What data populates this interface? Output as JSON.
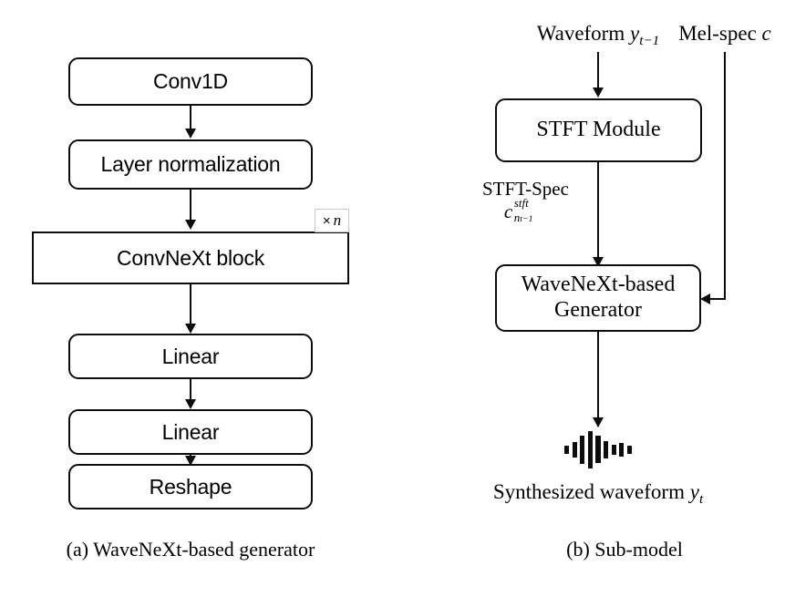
{
  "figure": {
    "title": "WaveNeXt-based generator and sub-model block diagram",
    "stroke_color": "#0d0d0d",
    "background_color": "#ffffff"
  },
  "panel_a": {
    "caption": "(a) WaveNeXt-based generator",
    "repeat_badge": {
      "times_symbol": "×",
      "count_symbol": "n"
    },
    "blocks": [
      {
        "label": "Conv1D",
        "shape": "rounded"
      },
      {
        "label": "Layer normalization",
        "shape": "rounded"
      },
      {
        "label": "ConvNeXt block",
        "shape": "sharp"
      },
      {
        "label": "Linear",
        "shape": "rounded"
      },
      {
        "label": "Linear",
        "shape": "rounded"
      },
      {
        "label": "Reshape",
        "shape": "rounded"
      }
    ]
  },
  "panel_b": {
    "caption": "(b) Sub-model",
    "inputs": {
      "waveform": {
        "text": "Waveform",
        "symbol": "y",
        "subscript": "t−1"
      },
      "mel_spec": {
        "text": "Mel-spec",
        "symbol": "c"
      }
    },
    "blocks": [
      {
        "label": "STFT Module",
        "shape": "rounded"
      },
      {
        "label": "WaveNeXt-based\nGenerator",
        "line1": "WaveNeXt-based",
        "line2": "Generator",
        "shape": "rounded"
      }
    ],
    "intermediate_label": {
      "text": "STFT-Spec",
      "symbol": "c",
      "superscript": "stft",
      "subscript": "n",
      "sub_subscript": "t−1"
    },
    "output": {
      "text": "Synthesized waveform",
      "symbol": "y",
      "subscript": "t",
      "icon": "audio-waveform-icon",
      "icon_bar_heights": [
        9,
        17,
        31,
        41,
        30,
        19,
        11,
        15,
        9
      ]
    }
  }
}
